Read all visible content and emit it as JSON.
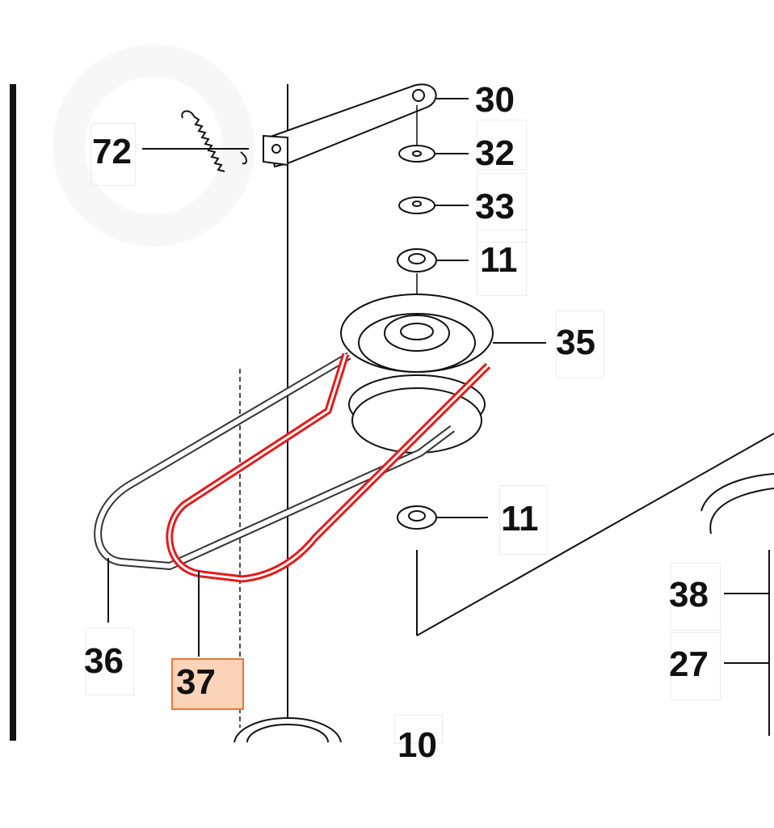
{
  "diagram": {
    "highlight_color": "#e8763a",
    "highlight_fill": "#fbd3b8",
    "belt_color": "#e31b1b",
    "line_color": "#111111"
  },
  "callouts": {
    "c30": "30",
    "c32": "32",
    "c33": "33",
    "c11_top": "11",
    "c35": "35",
    "c11_bottom": "11",
    "c72": "72",
    "c36": "36",
    "c37": "37",
    "c38": "38",
    "c27": "27",
    "c10": "10"
  }
}
